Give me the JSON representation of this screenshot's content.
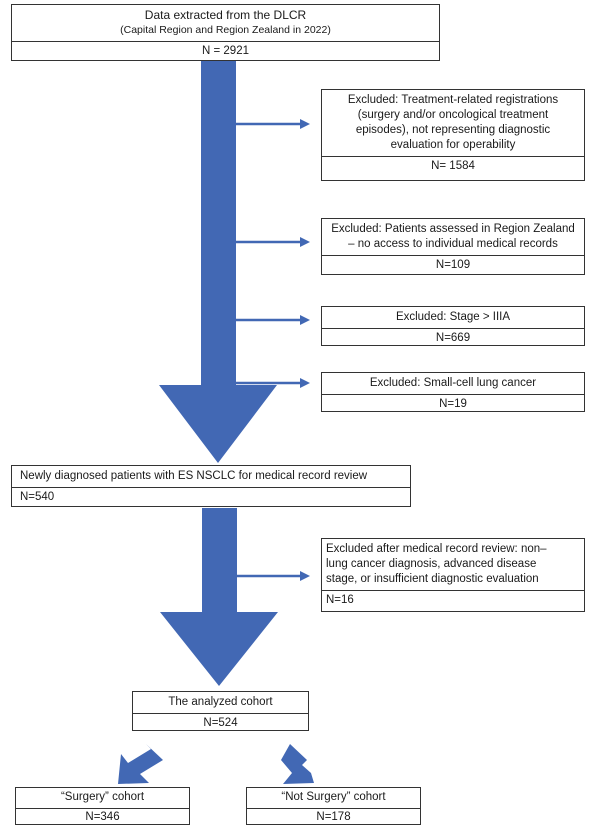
{
  "source": {
    "line1": "Data extracted from the DLCR",
    "line2": "(Capital Region and Region Zealand in 2022)",
    "count": "N = 2921"
  },
  "exclusions": [
    {
      "lines": [
        "Excluded: Treatment-related registrations",
        "(surgery and/or oncological treatment",
        "episodes), not representing diagnostic",
        "evaluation for operability"
      ],
      "count": "N= 1584"
    },
    {
      "lines": [
        "Excluded: Patients assessed in Region Zealand",
        "– no access to individual medical records"
      ],
      "count": "N=109"
    },
    {
      "lines": [
        "Excluded: Stage > IIIA"
      ],
      "count": "N=669"
    },
    {
      "lines": [
        "Excluded: Small-cell lung cancer"
      ],
      "count": "N=19"
    }
  ],
  "review": {
    "label": "Newly diagnosed patients with ES NSCLC for medical record review",
    "count": "N=540"
  },
  "review_exclusion": {
    "lines": [
      "Excluded after medical record review: non–",
      "lung cancer diagnosis, advanced disease",
      "stage, or insufficient diagnostic evaluation"
    ],
    "count": "N=16"
  },
  "analyzed": {
    "label": "The analyzed cohort",
    "count": "N=524"
  },
  "surgery": {
    "label": "“Surgery” cohort",
    "count": "N=346"
  },
  "not_surgery": {
    "label": "“Not Surgery” cohort",
    "count": "N=178"
  },
  "colors": {
    "arrow": "#4268b4",
    "box_border": "#333333"
  }
}
